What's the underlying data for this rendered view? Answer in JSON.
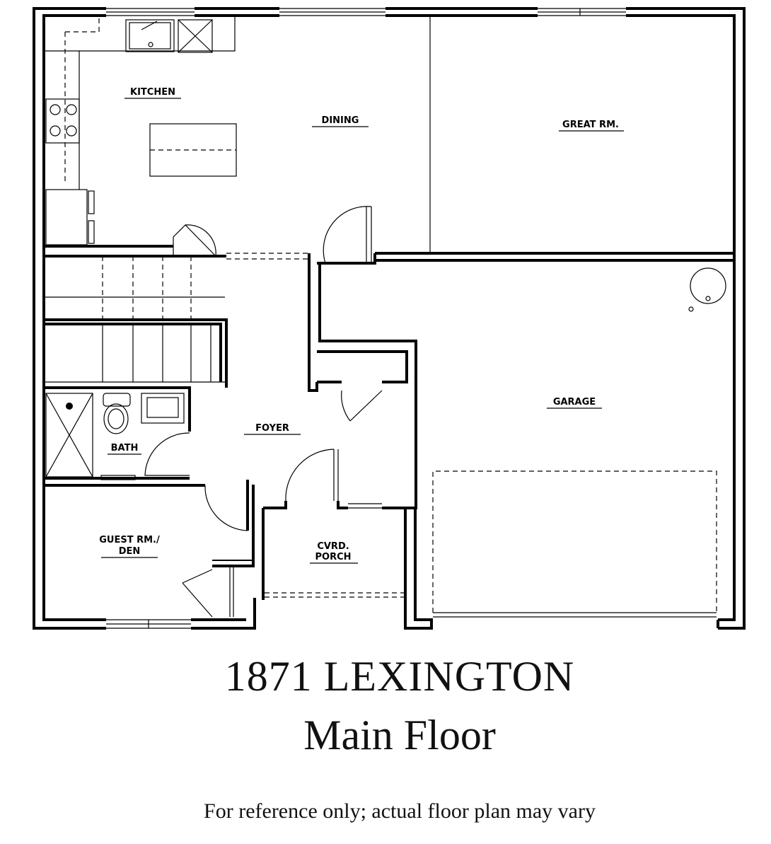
{
  "plan": {
    "title": "1871 LEXINGTON",
    "subtitle": "Main Floor",
    "note": "For reference only; actual floor plan may vary"
  },
  "rooms": {
    "kitchen": "KITCHEN",
    "dining": "DINING",
    "great_room": "GREAT RM.",
    "garage": "GARAGE",
    "foyer": "FOYER",
    "bath": "BATH",
    "guest_line1": "GUEST RM./",
    "guest_line2": "DEN",
    "porch_line1": "CVRD.",
    "porch_line2": "PORCH"
  }
}
